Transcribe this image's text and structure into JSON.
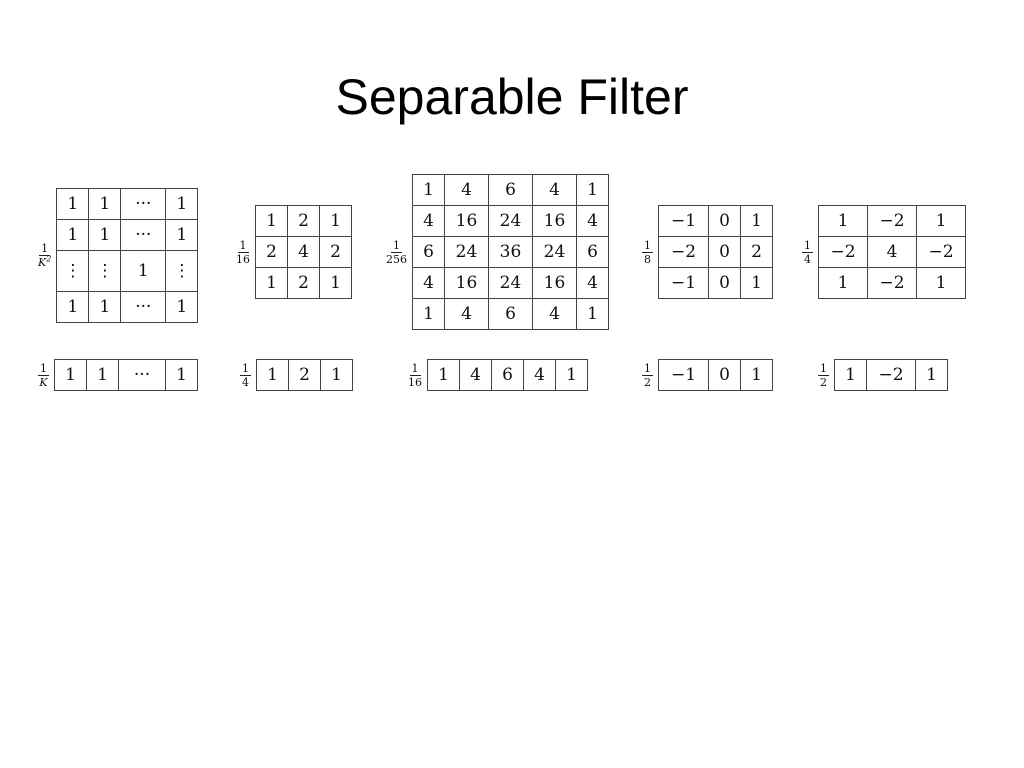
{
  "title": "Separable Filter",
  "filters_2d": [
    {
      "scale_num": "1",
      "scale_den": "K",
      "scale_den_sup": "2",
      "rows": [
        [
          "1",
          "1",
          "···",
          "1"
        ],
        [
          "1",
          "1",
          "···",
          "1"
        ],
        [
          "⋮",
          "⋮",
          "1",
          "⋮"
        ],
        [
          "1",
          "1",
          "···",
          "1"
        ]
      ]
    },
    {
      "scale_num": "1",
      "scale_den": "16",
      "rows": [
        [
          "1",
          "2",
          "1"
        ],
        [
          "2",
          "4",
          "2"
        ],
        [
          "1",
          "2",
          "1"
        ]
      ]
    },
    {
      "scale_num": "1",
      "scale_den": "256",
      "rows": [
        [
          "1",
          "4",
          "6",
          "4",
          "1"
        ],
        [
          "4",
          "16",
          "24",
          "16",
          "4"
        ],
        [
          "6",
          "24",
          "36",
          "24",
          "6"
        ],
        [
          "4",
          "16",
          "24",
          "16",
          "4"
        ],
        [
          "1",
          "4",
          "6",
          "4",
          "1"
        ]
      ]
    },
    {
      "scale_num": "1",
      "scale_den": "8",
      "rows": [
        [
          "−1",
          "0",
          "1"
        ],
        [
          "−2",
          "0",
          "2"
        ],
        [
          "−1",
          "0",
          "1"
        ]
      ]
    },
    {
      "scale_num": "1",
      "scale_den": "4",
      "rows": [
        [
          "1",
          "−2",
          "1"
        ],
        [
          "−2",
          "4",
          "−2"
        ],
        [
          "1",
          "−2",
          "1"
        ]
      ]
    }
  ],
  "filters_1d": [
    {
      "scale_num": "1",
      "scale_den": "K",
      "values": [
        "1",
        "1",
        "···",
        "1"
      ]
    },
    {
      "scale_num": "1",
      "scale_den": "4",
      "values": [
        "1",
        "2",
        "1"
      ]
    },
    {
      "scale_num": "1",
      "scale_den": "16",
      "values": [
        "1",
        "4",
        "6",
        "4",
        "1"
      ]
    },
    {
      "scale_num": "1",
      "scale_den": "2",
      "values": [
        "−1",
        "0",
        "1"
      ]
    },
    {
      "scale_num": "1",
      "scale_den": "2",
      "values": [
        "1",
        "−2",
        "1"
      ]
    }
  ]
}
